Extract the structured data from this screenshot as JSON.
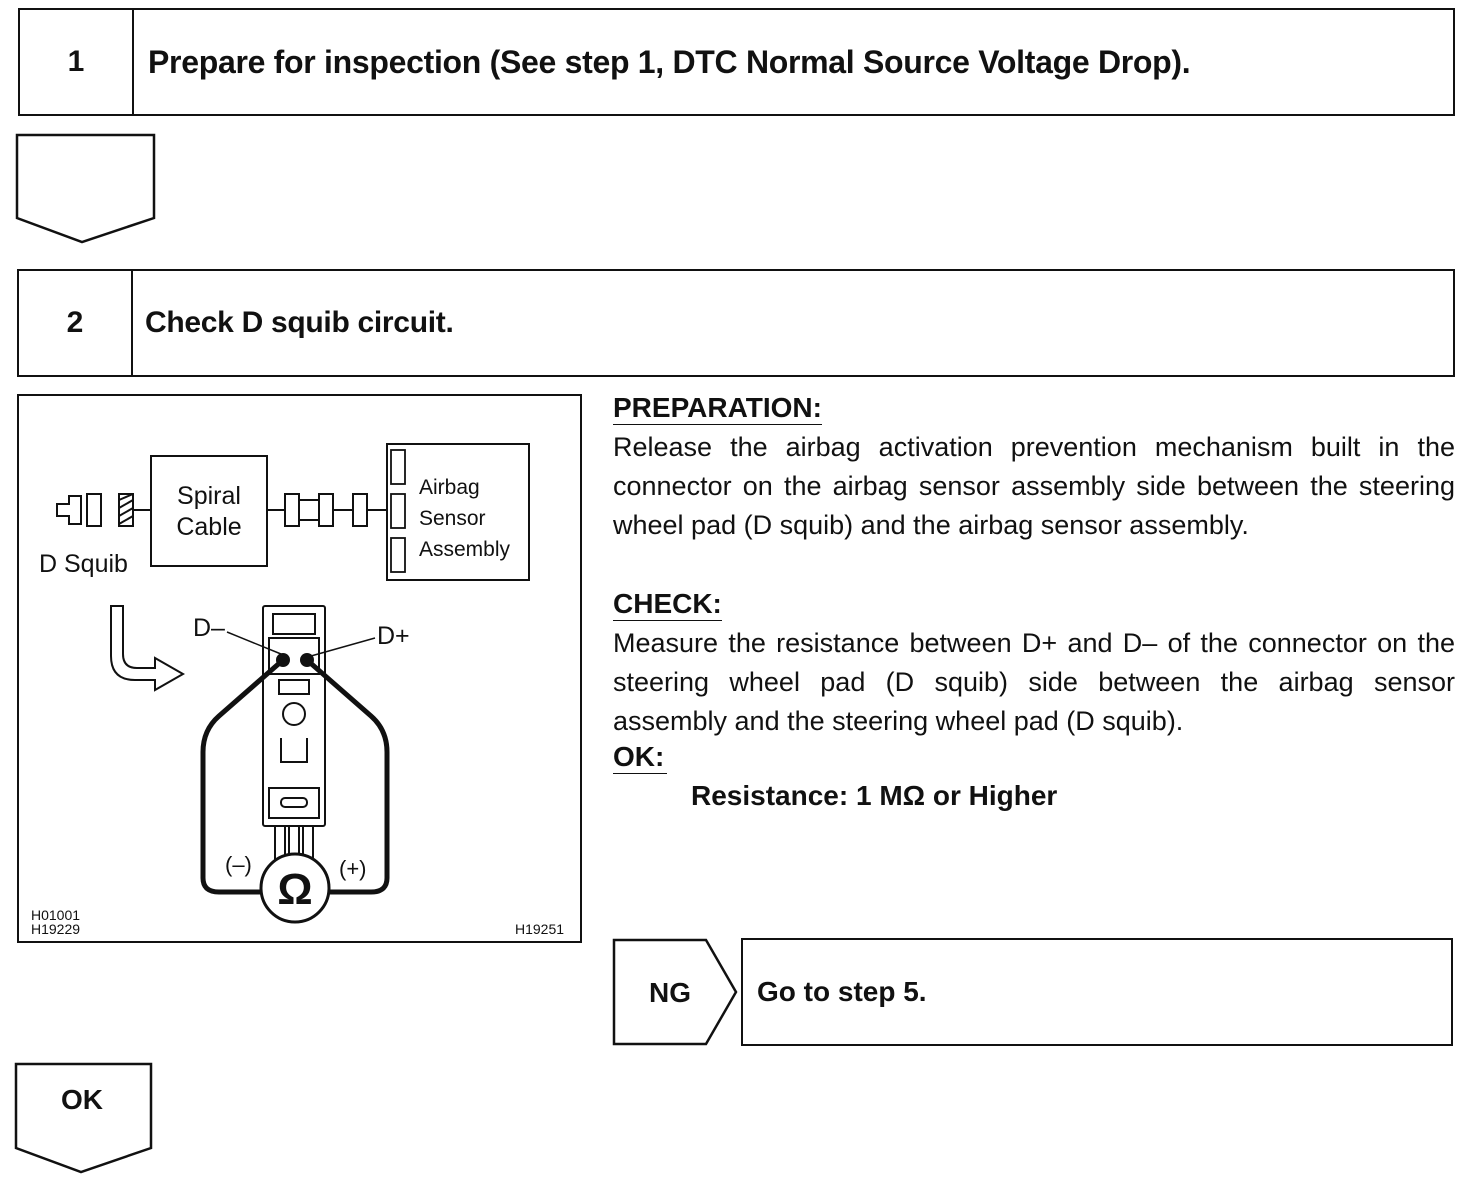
{
  "step1": {
    "number": "1",
    "title": "Prepare for inspection (See step 1, DTC Normal Source Voltage Drop)."
  },
  "step2": {
    "number": "2",
    "title": "Check D squib circuit."
  },
  "preparation": {
    "heading": "PREPARATION:",
    "text": "Release the airbag activation prevention mechanism built in the connector on the airbag sensor assembly side between the steering wheel pad (D squib) and the airbag sensor assembly."
  },
  "check": {
    "heading": "CHECK:",
    "text": "Measure the resistance between D+ and D– of the connector on the steering wheel pad (D squib) side between the airbag sensor assembly and the steering wheel pad (D squib)."
  },
  "ok": {
    "heading": "OK:",
    "spec": "Resistance: 1 MΩ or Higher"
  },
  "ng_result": {
    "label": "NG",
    "action": "Go to step 5."
  },
  "ok_result": {
    "label": "OK"
  },
  "diagram": {
    "spiral_cable_line1": "Spiral",
    "spiral_cable_line2": "Cable",
    "airbag_line1": "Airbag",
    "airbag_line2": "Sensor",
    "airbag_line3": "Assembly",
    "d_squib": "D Squib",
    "d_minus": "D–",
    "d_plus": "D+",
    "meter_minus": "(–)",
    "meter_plus": "(+)",
    "ohm_symbol": "Ω",
    "ref_code1": "H01001",
    "ref_code2": "H19229",
    "ref_code3": "H19251"
  }
}
